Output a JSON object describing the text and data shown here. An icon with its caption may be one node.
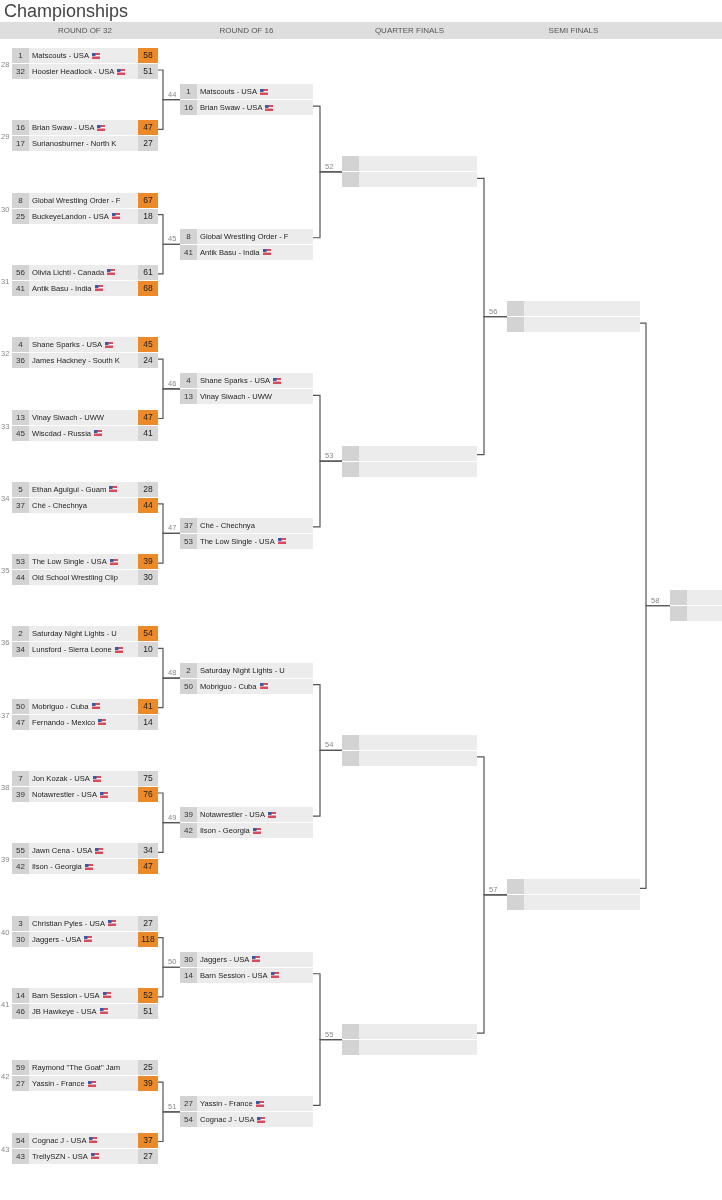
{
  "diagram": {
    "title": "Championships",
    "nodes": [
      {
        "text": [
          "1",
          "Matscouts - USA",
          "58",
          "32",
          "Hoosier Headlock - USA",
          "51"
        ],
        "beside": [
          "28"
        ]
      },
      {
        "text": [
          "16",
          "Brian Swaw - USA",
          "47",
          "17",
          "Surianosburner - North K",
          "27"
        ],
        "beside": [
          "29"
        ]
      },
      {
        "text": [
          "8",
          "Global Wrestling Order - F",
          "67",
          "25",
          "BuckeyeLandon - USA",
          "18"
        ],
        "beside": [
          "30"
        ]
      },
      {
        "text": [
          "56",
          "Olivia Lichti - Canada",
          "61",
          "41",
          "Antik Basu - India",
          "68"
        ],
        "beside": [
          "31"
        ]
      },
      {
        "text": [
          "4",
          "Shane Sparks - USA",
          "45",
          "36",
          "James Hackney - South K",
          "24"
        ],
        "beside": [
          "32"
        ]
      },
      {
        "text": [
          "13",
          "Vinay Siwach - UWW",
          "47",
          "45",
          "Wiscdad - Russia",
          "41"
        ],
        "beside": [
          "33"
        ]
      },
      {
        "text": [
          "5",
          "Ethan Aguigui - Guam",
          "28",
          "37",
          "Ché - Chechnya",
          "44"
        ],
        "beside": [
          "34"
        ]
      },
      {
        "text": [
          "53",
          "The Low Single - USA",
          "39",
          "44",
          "Old School Wrestling Clip",
          "30"
        ],
        "beside": [
          "35"
        ]
      },
      {
        "text": [
          "2",
          "Saturday Night Lights - U",
          "54",
          "34",
          "Lunsford - Sierra Leone",
          "10"
        ],
        "beside": [
          "36"
        ]
      },
      {
        "text": [
          "50",
          "Mobriguo - Cuba",
          "41",
          "47",
          "Fernando - Mexico",
          "14"
        ],
        "beside": [
          "37"
        ]
      },
      {
        "text": [
          "7",
          "Jon Kozak - USA",
          "75",
          "39",
          "Notawrestler - USA",
          "76"
        ],
        "beside": [
          "38"
        ]
      },
      {
        "text": [
          "55",
          "Jawn Cena - USA",
          "34",
          "42",
          "Ilson - Georgia",
          "47"
        ],
        "beside": [
          "39"
        ]
      },
      {
        "text": [
          "3",
          "Christian Pyles - USA",
          "27",
          "30",
          "Jaggers - USA",
          "118"
        ],
        "beside": [
          "40"
        ]
      },
      {
        "text": [
          "14",
          "Barn Session - USA",
          "52",
          "46",
          "JB Hawkeye - USA",
          "51"
        ],
        "beside": [
          "41"
        ]
      },
      {
        "text": [
          "59",
          "Raymond \"The Goat\" Jam",
          "25",
          "27",
          "Yassin - France",
          "39"
        ],
        "beside": [
          "42"
        ]
      },
      {
        "text": [
          "54",
          "Cognac J - USA",
          "37",
          "43",
          "TrellySZN - USA",
          "27"
        ],
        "beside": [
          "43"
        ]
      },
      {
        "text": [
          "1",
          "Matscouts - USA",
          "16",
          "Brian Swaw - USA"
        ],
        "beside": [
          "44"
        ]
      },
      {
        "text": [
          "8",
          "Global Wrestling Order - F",
          "41",
          "Antik Basu - India"
        ],
        "beside": [
          "45"
        ]
      },
      {
        "text": [
          "4",
          "Shane Sparks - USA",
          "13",
          "Vinay Siwach - UWW"
        ],
        "beside": [
          "46"
        ]
      },
      {
        "text": [
          "37",
          "Ché - Chechnya",
          "53",
          "The Low Single - USA"
        ],
        "beside": [
          "47"
        ]
      },
      {
        "text": [
          "2",
          "Saturday Night Lights - U",
          "50",
          "Mobriguo - Cuba"
        ],
        "beside": [
          "48"
        ]
      },
      {
        "text": [
          "39",
          "Notawrestler - USA",
          "42",
          "Ilson - Georgia"
        ],
        "beside": [
          "49"
        ]
      },
      {
        "text": [
          "30",
          "Jaggers - USA",
          "14",
          "Barn Session - USA"
        ],
        "beside": [
          "50"
        ]
      },
      {
        "text": [
          "27",
          "Yassin - France",
          "54",
          "Cognac J - USA"
        ],
        "beside": [
          "51"
        ]
      },
      {
        "text": [],
        "shape": "box",
        "beside": [
          "52"
        ]
      },
      {
        "text": [],
        "shape": "box",
        "beside": [
          "53"
        ]
      },
      {
        "text": [],
        "shape": "box",
        "beside": [
          "54"
        ]
      },
      {
        "text": [],
        "shape": "box",
        "beside": [
          "55"
        ]
      },
      {
        "text": [],
        "shape": "box",
        "beside": [
          "56"
        ]
      },
      {
        "text": [],
        "shape": "box",
        "beside": [
          "57"
        ]
      },
      {
        "text": [],
        "shape": "box",
        "beside": [
          "58"
        ]
      }
    ],
    "edges": [
      {
        "from": 0,
        "to": 16,
        "arrow": "none"
      },
      {
        "from": 1,
        "to": 16,
        "arrow": "none"
      },
      {
        "from": 2,
        "to": 17,
        "arrow": "none"
      },
      {
        "from": 3,
        "to": 17,
        "arrow": "none"
      },
      {
        "from": 4,
        "to": 18,
        "arrow": "none"
      },
      {
        "from": 5,
        "to": 18,
        "arrow": "none"
      },
      {
        "from": 6,
        "to": 19,
        "arrow": "none"
      },
      {
        "from": 7,
        "to": 19,
        "arrow": "none"
      },
      {
        "from": 8,
        "to": 20,
        "arrow": "none"
      },
      {
        "from": 9,
        "to": 20,
        "arrow": "none"
      },
      {
        "from": 10,
        "to": 21,
        "arrow": "none"
      },
      {
        "from": 11,
        "to": 21,
        "arrow": "none"
      },
      {
        "from": 12,
        "to": 22,
        "arrow": "none"
      },
      {
        "from": 13,
        "to": 22,
        "arrow": "none"
      },
      {
        "from": 14,
        "to": 23,
        "arrow": "none"
      },
      {
        "from": 15,
        "to": 23,
        "arrow": "none"
      },
      {
        "from": 16,
        "to": 24,
        "arrow": "none"
      },
      {
        "from": 17,
        "to": 24,
        "arrow": "none"
      },
      {
        "from": 18,
        "to": 25,
        "arrow": "none"
      },
      {
        "from": 19,
        "to": 25,
        "arrow": "none"
      },
      {
        "from": 20,
        "to": 26,
        "arrow": "none"
      },
      {
        "from": 21,
        "to": 26,
        "arrow": "none"
      },
      {
        "from": 22,
        "to": 27,
        "arrow": "none"
      },
      {
        "from": 23,
        "to": 27,
        "arrow": "none"
      },
      {
        "from": 24,
        "to": 28,
        "arrow": "none"
      },
      {
        "from": 25,
        "to": 28,
        "arrow": "none"
      },
      {
        "from": 26,
        "to": 29,
        "arrow": "none"
      },
      {
        "from": 27,
        "to": 29,
        "arrow": "none"
      },
      {
        "from": 28,
        "to": 30,
        "arrow": "none"
      },
      {
        "from": 29,
        "to": 30,
        "arrow": "none"
      }
    ],
    "labels": [
      "ROUND OF 32",
      "ROUND OF 16",
      "QUARTER FINALS",
      "SEMI FINALS"
    ]
  }
}
